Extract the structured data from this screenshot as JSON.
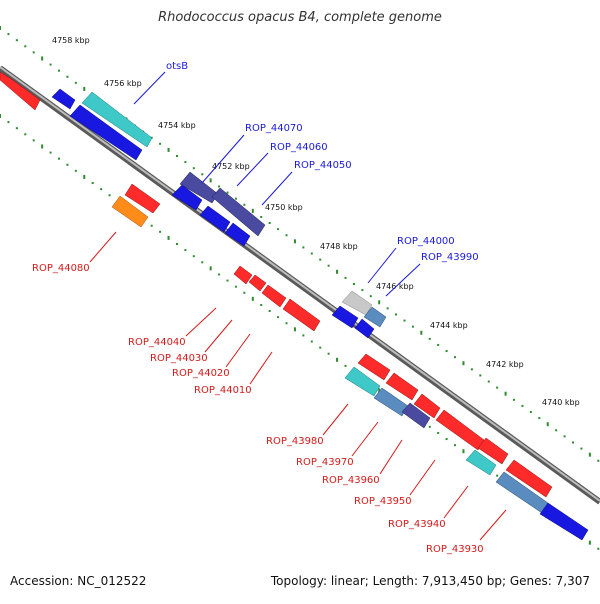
{
  "title": "Rhodococcus opacus B4, complete genome",
  "footer": {
    "accession": "Accession: NC_012522",
    "stats": "Topology: linear; Length: 7,913,450 bp; Genes: 7,307"
  },
  "colors": {
    "backbone": "#8a8a8a",
    "tick": "#2e8b2e",
    "label_top": "#1a1adb",
    "label_bottom": "#d61a1a",
    "red": "#ff2a2a",
    "blue": "#1818e0",
    "cyan": "#3ec8c8",
    "dark_blue": "#4a4aa0",
    "steel_blue": "#5a8cc0",
    "gray": "#c8c8c8",
    "orange": "#ff8c1a"
  },
  "scale_labels": [
    "4758 kbp",
    "4756 kbp",
    "4754 kbp",
    "4752 kbp",
    "4750 kbp",
    "4748 kbp",
    "4746 kbp",
    "4744 kbp",
    "4742 kbp",
    "4740 kbp"
  ],
  "gene_labels_top": [
    "otsB",
    "ROP_44070",
    "ROP_44060",
    "ROP_44050",
    "ROP_44000",
    "ROP_43990"
  ],
  "gene_labels_bottom": [
    "ROP_44080",
    "ROP_44040",
    "ROP_44030",
    "ROP_44020",
    "ROP_44010",
    "ROP_43980",
    "ROP_43970",
    "ROP_43960",
    "ROP_43950",
    "ROP_43940",
    "ROP_43930"
  ]
}
